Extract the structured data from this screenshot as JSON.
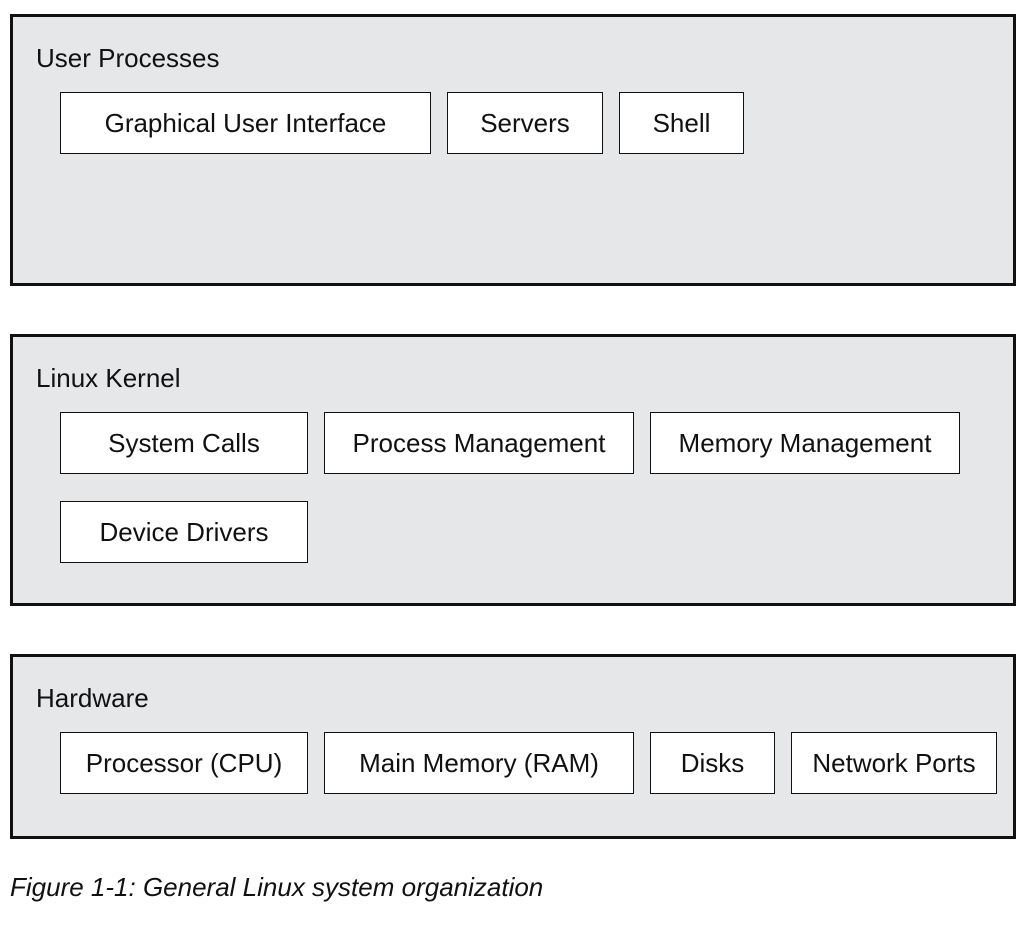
{
  "layers": [
    {
      "title": "User Processes",
      "components": [
        "Graphical User Interface",
        "Servers",
        "Shell"
      ]
    },
    {
      "title": "Linux Kernel",
      "components": [
        "System Calls",
        "Process Management",
        "Memory Management",
        "Device Drivers"
      ]
    },
    {
      "title": "Hardware",
      "components": [
        "Processor (CPU)",
        "Main Memory (RAM)",
        "Disks",
        "Network Ports"
      ]
    }
  ],
  "caption": "Figure 1-1: General Linux system organization",
  "colors": {
    "layer_fill": "#e6e7e8",
    "component_fill": "#ffffff",
    "border": "#111111"
  }
}
